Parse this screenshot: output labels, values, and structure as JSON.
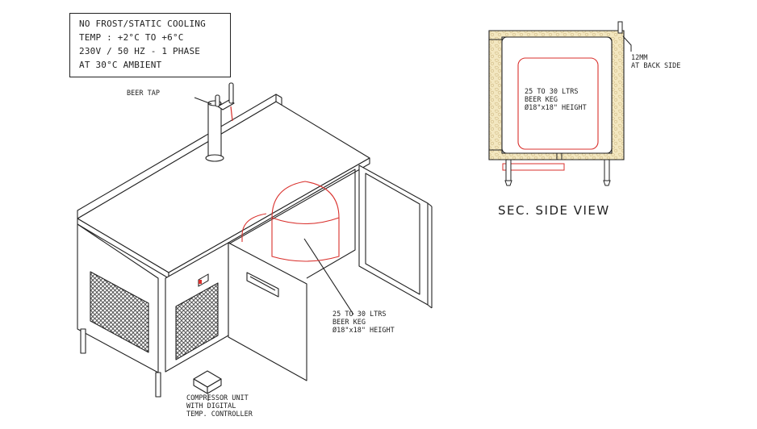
{
  "specs": {
    "line1": "NO FROST/STATIC COOLING",
    "line2": "TEMP : +2°C TO +6°C",
    "line3": "230V / 50 HZ - 1 PHASE",
    "line4": "AT  30°C AMBIENT"
  },
  "labels": {
    "beer_tap": "BEER TAP",
    "keg_front": [
      "25 TO 30 LTRS",
      "BEER KEG",
      "Ø18\"x18\" HEIGHT"
    ],
    "compressor": [
      "COMPRESSOR UNIT",
      "WITH DIGITAL",
      "TEMP. CONTROLLER"
    ],
    "keg_side": [
      "25 TO 30 LTRS",
      "BEER KEG",
      "Ø18\"x18\" HEIGHT"
    ],
    "back_note": [
      "12MM",
      "AT BACK SIDE"
    ],
    "section_title": "SEC. SIDE VIEW"
  },
  "colors": {
    "line": "#222222",
    "keg": "#d9302c",
    "insulation": "#f3e7c0"
  }
}
